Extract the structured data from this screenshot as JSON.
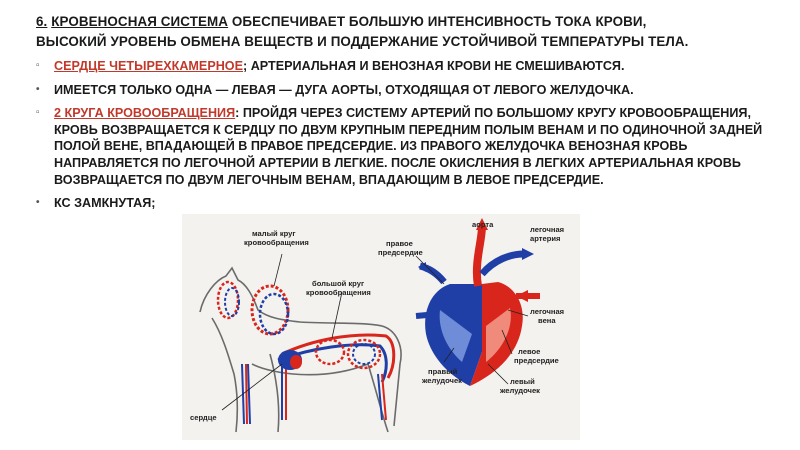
{
  "title": {
    "number": "6.",
    "subject": "КРОВЕНОСНАЯ СИСТЕМА",
    "rest_line1": " ОБЕСПЕЧИВАЕТ БОЛЬШУЮ ИНТЕНСИВНОСТЬ ТОКА КРОВИ,",
    "line2": "ВЫСОКИЙ УРОВЕНЬ ОБМЕНА ВЕЩЕСТВ И ПОДДЕРЖАНИЕ УСТОЙЧИВОЙ ТЕМПЕРАТУРЫ ТЕЛА."
  },
  "bullets": {
    "b1_term": "СЕРДЦЕ ЧЕТЫРЕХКАМЕРНОЕ",
    "b1_text": "; АРТЕРИАЛЬНАЯ И ВЕНОЗНАЯ КРОВИ НЕ СМЕШИВАЮТСЯ.",
    "b2_text": "ИМЕЕТСЯ ТОЛЬКО ОДНА — ЛЕВАЯ — ДУГА АОРТЫ, ОТХОДЯЩАЯ ОТ ЛЕВОГО ЖЕЛУДОЧКА.",
    "b3_term": "2 КРУГА КРОВООБРАЩЕНИЯ",
    "b3_text": ": ПРОЙДЯ ЧЕРЕЗ СИСТЕМУ АРТЕРИЙ ПО БОЛЬШОМУ КРУГУ КРОВООБРАЩЕНИЯ, КРОВЬ ВОЗВРАЩАЕТСЯ К СЕРДЦУ ПО ДВУМ КРУПНЫМ ПЕРЕДНИМ ПОЛЫМ ВЕНАМ И ПО ОДИНОЧНОЙ ЗАДНЕЙ ПОЛОЙ ВЕНЕ, ВПАДАЮЩЕЙ В ПРАВОЕ ПРЕДСЕРДИЕ. ИЗ ПРАВОГО ЖЕЛУДОЧКА ВЕНОЗНАЯ КРОВЬ НАПРАВЛЯЕТСЯ ПО ЛЕГОЧНОЙ АРТЕРИИ В ЛЕГКИЕ. ПОСЛЕ ОКИСЛЕНИЯ В ЛЕГКИХ АРТЕРИАЛЬНАЯ КРОВЬ ВОЗВРАЩАЕТСЯ ПО ДВУМ ЛЕГОЧНЫМ ВЕНАМ, ВПАДАЮЩИМ В ЛЕВОЕ ПРЕДСЕРДИЕ.",
    "b4_text": "КС ЗАМКНУТАЯ;"
  },
  "figure": {
    "small_circle_1": "малый круг",
    "small_circle_2": "кровообращения",
    "big_circle_1": "большой круг",
    "big_circle_2": "кровообращения",
    "heart": "сердце",
    "aorta": "аорта",
    "right_atrium_1": "правое",
    "right_atrium_2": "предсердие",
    "pulm_artery_1": "легочная",
    "pulm_artery_2": "артерия",
    "pulm_vein_1": "легочная",
    "pulm_vein_2": "вена",
    "left_atrium_1": "левое",
    "left_atrium_2": "предсердие",
    "right_ventricle_1": "правый",
    "right_ventricle_2": "желудочек",
    "left_ventricle_1": "левый",
    "left_ventricle_2": "желудочек"
  },
  "colors": {
    "artery_red": "#d9261c",
    "vein_blue": "#1f3fa6",
    "bg_figure": "#f4f2ef"
  }
}
